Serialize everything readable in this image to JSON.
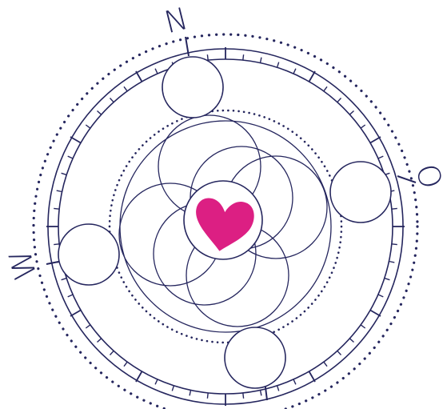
{
  "compass": {
    "labels": {
      "north": "N",
      "east": "O",
      "west": "W"
    }
  },
  "colors": {
    "line": "#25265e",
    "heart": "#dc1f83",
    "background": "#ffffff"
  },
  "icons": {
    "center": "heart-icon"
  }
}
